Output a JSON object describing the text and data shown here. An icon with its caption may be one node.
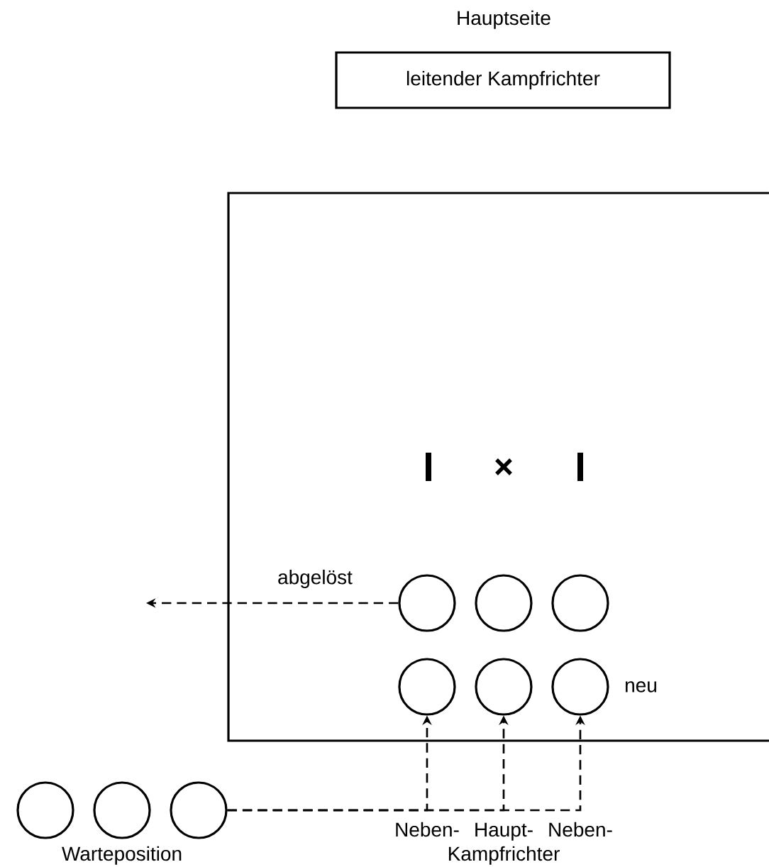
{
  "diagram": {
    "nodes": [
      {
        "text": [
          "leitender Kampfrichter"
        ]
      },
      {
        "text": [],
        "shape": "box"
      },
      {
        "text": [],
        "shape": "circle",
        "in": 1
      },
      {
        "text": [],
        "shape": "circle",
        "in": 1
      },
      {
        "text": [],
        "shape": "circle",
        "in": 1
      },
      {
        "text": [],
        "shape": "circle",
        "in": 1
      },
      {
        "text": [],
        "shape": "circle",
        "in": 1
      },
      {
        "text": [],
        "shape": "circle",
        "in": 1,
        "beside": [
          "neu"
        ]
      },
      {
        "text": [],
        "shape": "circle"
      },
      {
        "text": [],
        "shape": "circle"
      },
      {
        "text": [],
        "shape": "circle"
      }
    ],
    "edges": [
      {
        "from": 2,
        "to": null,
        "arrow": "to",
        "style": "dashed",
        "label": "abgelöst"
      },
      {
        "from": 10,
        "to": 5,
        "arrow": "to",
        "style": "dashed"
      },
      {
        "from": 10,
        "to": 6,
        "arrow": "to",
        "style": "dashed"
      },
      {
        "from": 10,
        "to": 7,
        "arrow": "to",
        "style": "dashed"
      }
    ],
    "labels": [
      "Hauptseite",
      "Warteposition",
      "Neben-",
      "Haupt-",
      "Neben-",
      "Kampfrichter"
    ]
  }
}
